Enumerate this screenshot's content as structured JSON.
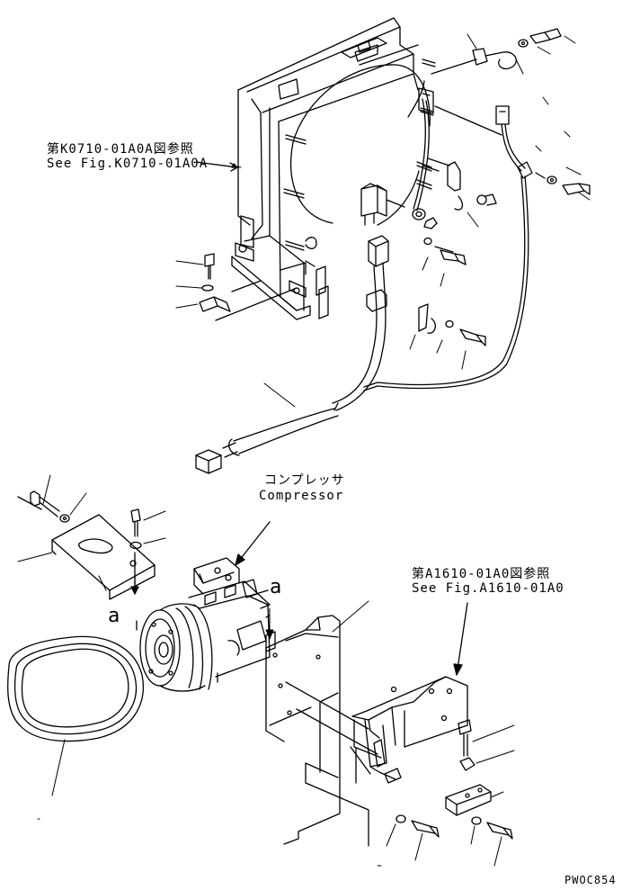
{
  "references": {
    "fan_shroud_ref_jp": "第K0710-01A0A図参照",
    "fan_shroud_ref_en": "See Fig.K0710-01A0A",
    "bracket_ref_jp": "第A1610-01A0図参照",
    "bracket_ref_en": "See Fig.A1610-01A0"
  },
  "compressor": {
    "label_jp": "コンプレッサ",
    "label_en": "Compressor"
  },
  "view_markers": {
    "left": "a",
    "right": "a"
  },
  "drawing_code": "PWOC854"
}
